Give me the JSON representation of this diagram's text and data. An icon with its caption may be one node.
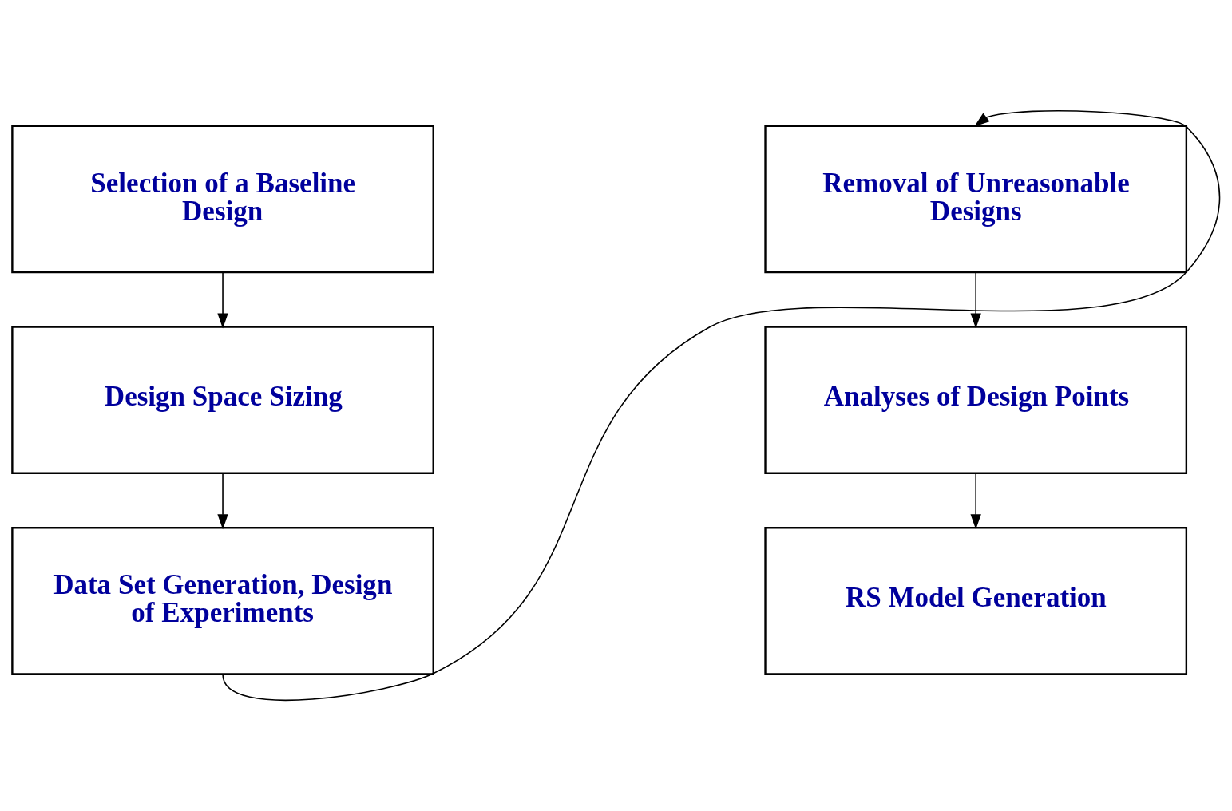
{
  "diagram": {
    "nodes": [
      {
        "text": [
          "Selection of a Baseline Design"
        ]
      },
      {
        "text": [
          "Design Space Sizing"
        ]
      },
      {
        "text": [
          "Data Set Generation, Design of Experiments"
        ]
      },
      {
        "text": [
          "Removal of Unreasonable Designs"
        ]
      },
      {
        "text": [
          "Analyses of Design Points"
        ]
      },
      {
        "text": [
          "RS Model Generation"
        ]
      }
    ],
    "edges": [
      {
        "from": 0,
        "to": 1,
        "arrow": "to"
      },
      {
        "from": 1,
        "to": 2,
        "arrow": "to"
      },
      {
        "from": 2,
        "to": 3,
        "arrow": "to"
      },
      {
        "from": 3,
        "to": 4,
        "arrow": "to"
      },
      {
        "from": 4,
        "to": 5,
        "arrow": "to"
      }
    ]
  }
}
